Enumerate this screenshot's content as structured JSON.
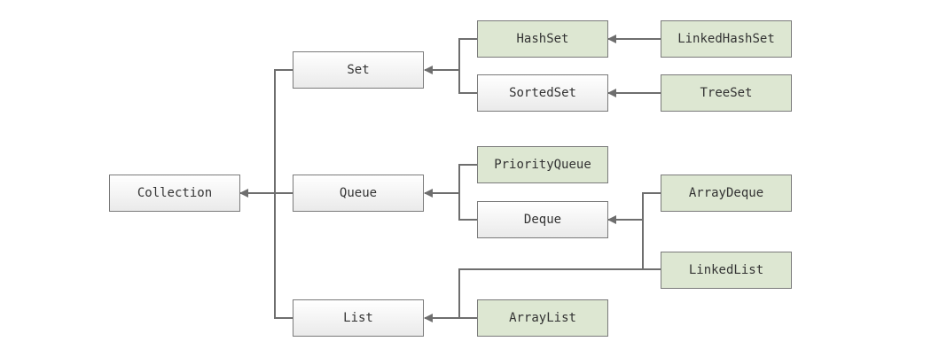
{
  "nodes": {
    "collection": "Collection",
    "set": "Set",
    "queue": "Queue",
    "list": "List",
    "hashset": "HashSet",
    "sortedset": "SortedSet",
    "priorityqueue": "PriorityQueue",
    "deque": "Deque",
    "arraylist": "ArrayList",
    "linkedhashset": "LinkedHashSet",
    "treeset": "TreeSet",
    "arraydeque": "ArrayDeque",
    "linkedlist": "LinkedList"
  },
  "colors": {
    "interface_fill": "#eaeaea",
    "implementation_fill": "#dde7d2",
    "border": "#7a7a7a",
    "connector": "#6e6e6e",
    "text": "#333333"
  }
}
